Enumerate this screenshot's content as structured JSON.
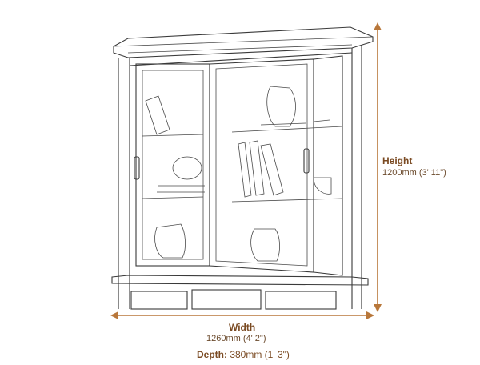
{
  "height": {
    "title": "Height",
    "value": "1200mm (3' 11\")"
  },
  "width": {
    "title": "Width",
    "value": "1260mm (4' 2\")"
  },
  "depth": {
    "title": "Depth:",
    "value": " 380mm (1' 3\")"
  },
  "colors": {
    "dimension": "#b8773a",
    "label": "#7a4a22",
    "drawing": "#3a3a3a"
  }
}
